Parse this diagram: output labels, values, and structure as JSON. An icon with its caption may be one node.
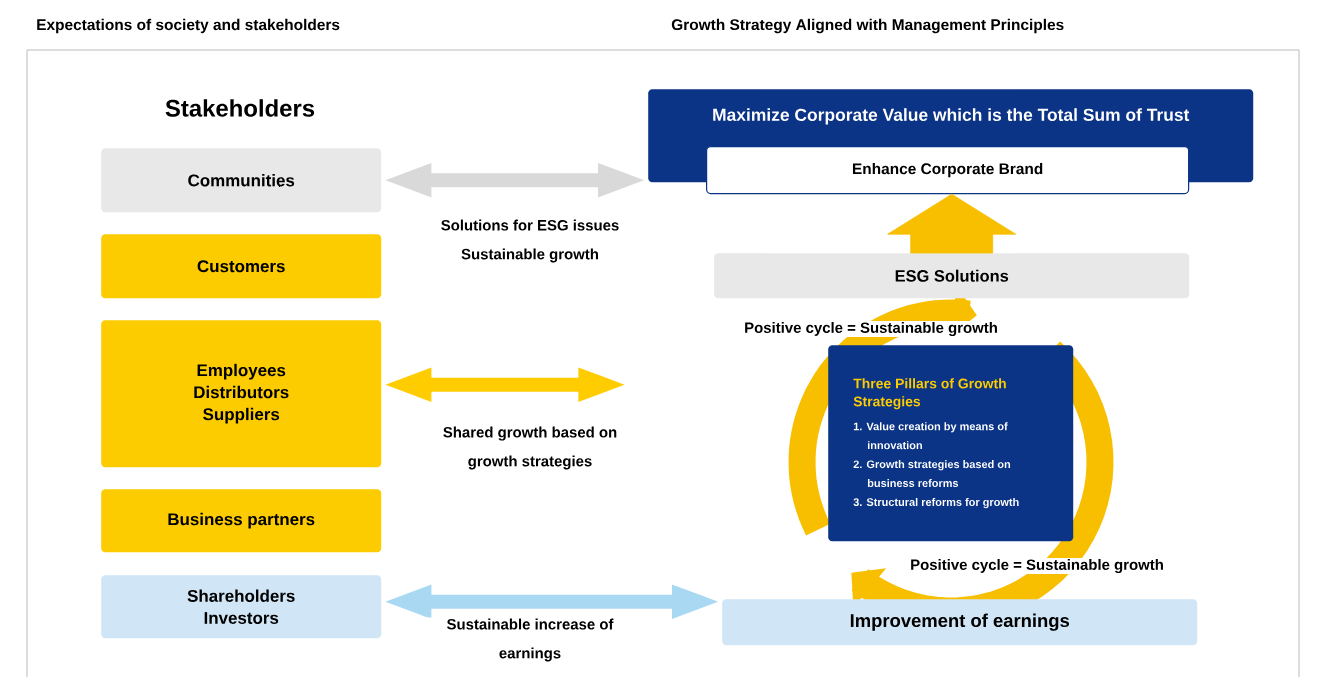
{
  "diagram": {
    "nodes": [
      {
        "text": [
          "Communities"
        ]
      },
      {
        "text": [
          "Customers"
        ]
      },
      {
        "text": [
          "Employees Distributors Suppliers"
        ]
      },
      {
        "text": [
          "Business partners"
        ]
      },
      {
        "text": [
          "Shareholders Investors"
        ]
      },
      {
        "text": [
          "Maximize Corporate Value which is the Total Sum of Trust"
        ]
      },
      {
        "text": [
          "Enhance Corporate Brand"
        ]
      },
      {
        "text": [
          "ESG Solutions"
        ]
      },
      {
        "text": [
          "Three Pillars of Growth Strategies",
          "1. Value creation by means of innovation",
          "2. Growth strategies based on business reforms",
          "3. Structural reforms for growth"
        ]
      },
      {
        "text": [
          "Improvement of earnings"
        ]
      }
    ],
    "edges": [
      {
        "from": 0,
        "to": 5,
        "arrow": "both",
        "label": "Solutions for ESG issues Sustainable growth",
        "color": "#d9d9d9"
      },
      {
        "from": 2,
        "to": null,
        "arrow": "both",
        "label": "Shared growth based on growth strategies",
        "color": "#ffcc00"
      },
      {
        "from": 4,
        "to": 9,
        "arrow": "both",
        "label": "Sustainable increase of earnings",
        "color": "#a9d8f3"
      },
      {
        "from": 7,
        "to": 6,
        "arrow": "to",
        "style": "thick",
        "color": "#f8bf00"
      }
    ],
    "labels": [
      "Expectations of society and stakeholders",
      "Growth Strategy Aligned with Management Principles",
      "Stakeholders",
      "Positive cycle = Sustainable growth",
      "Positive cycle = Sustainable growth"
    ]
  }
}
